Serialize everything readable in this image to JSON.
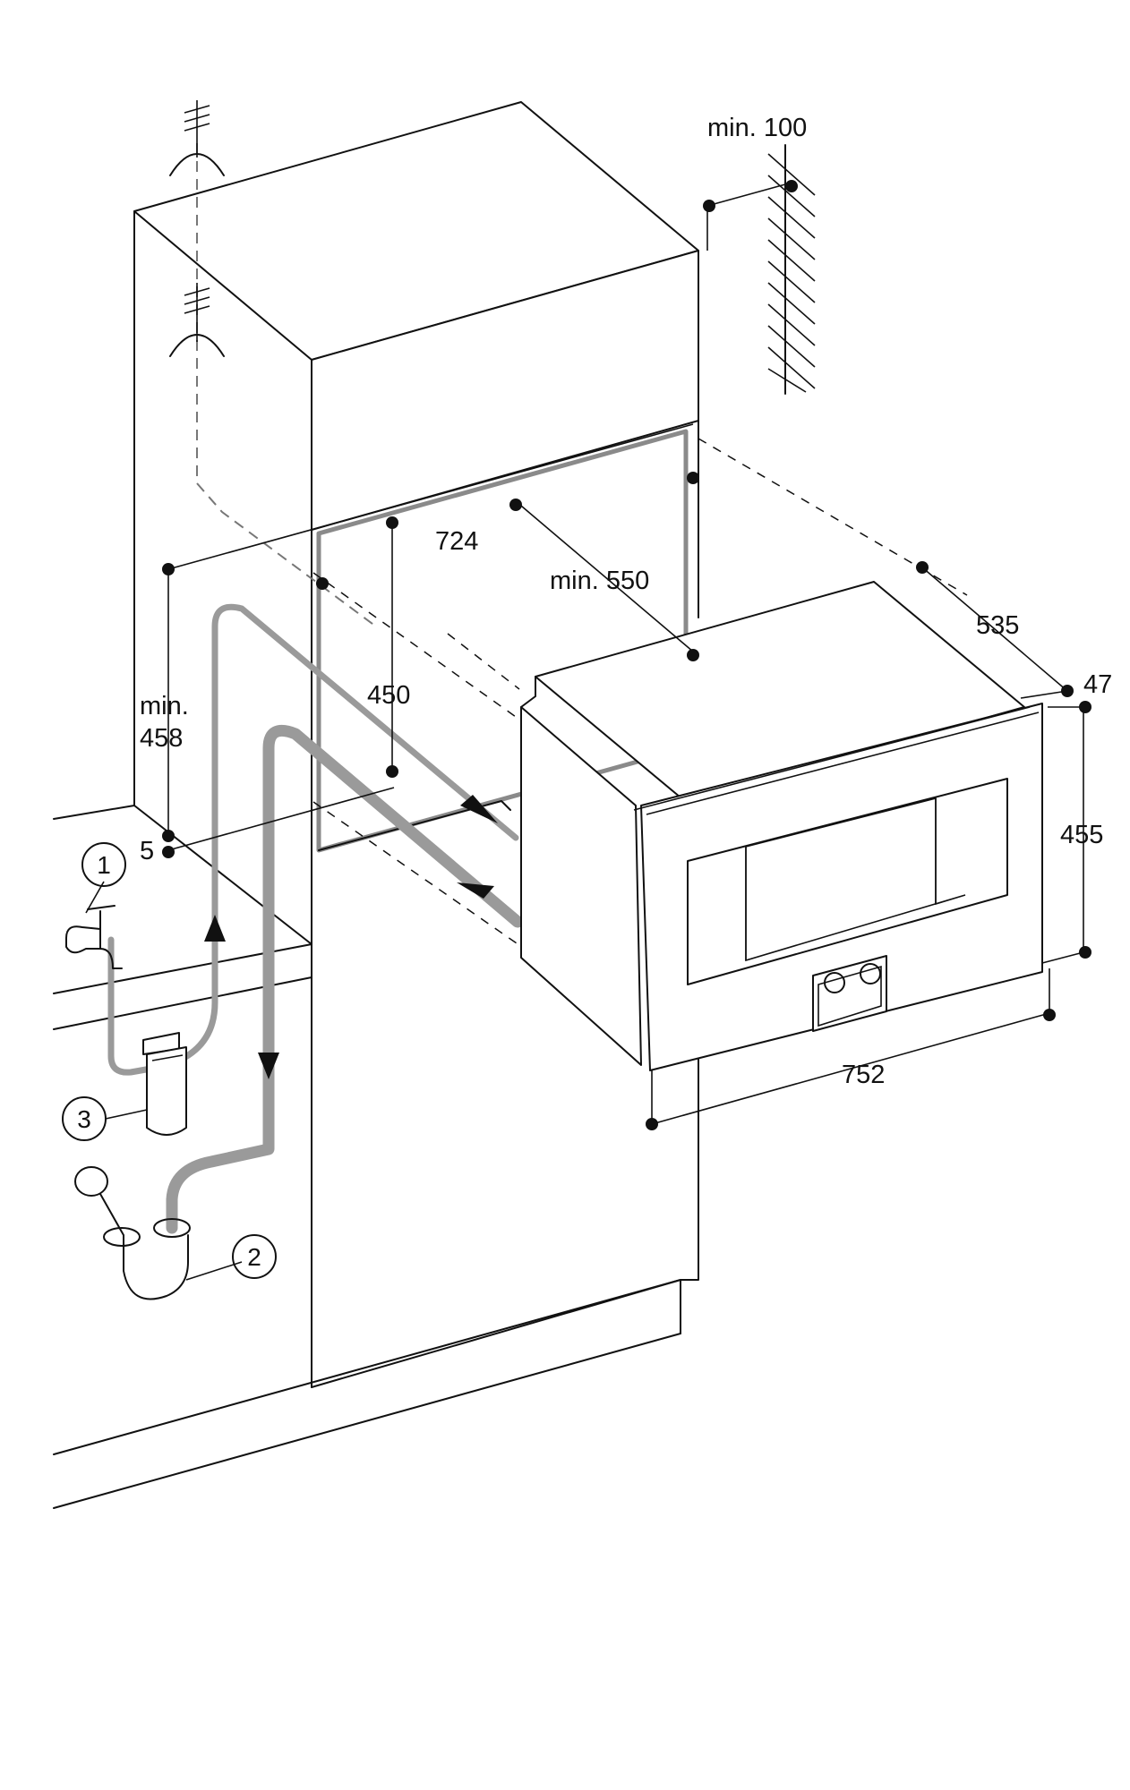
{
  "dimensions": {
    "top_clearance": "min. 100",
    "niche_width": "724",
    "niche_depth": "min. 550",
    "niche_height_min_line1": "min.",
    "niche_height_min_line2": "458",
    "inner_height": "450",
    "base_gap": "5",
    "appliance_depth": "535",
    "front_thickness": "47",
    "front_height": "455",
    "front_width": "752"
  },
  "callouts": {
    "water_tap": "1",
    "drain_siphon": "2",
    "water_filter": "3"
  },
  "colors": {
    "line": "#111111",
    "hose": "#9a9a9a",
    "frame": "#8a8a8a",
    "background": "#ffffff"
  }
}
